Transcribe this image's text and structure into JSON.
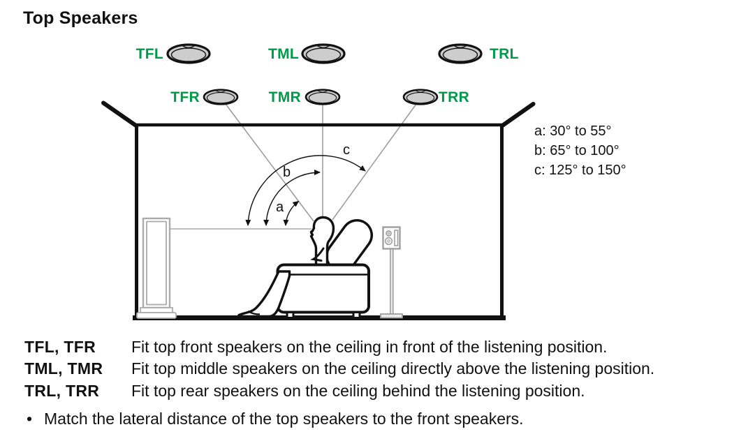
{
  "title": "Top Speakers",
  "colors": {
    "label_green": "#009b48"
  },
  "diagram": {
    "speaker_labels": {
      "tfl": "TFL",
      "tml": "TML",
      "trl": "TRL",
      "tfr": "TFR",
      "tmr": "TMR",
      "trr": "TRR"
    },
    "arc_labels": {
      "a": "a",
      "b": "b",
      "c": "c"
    },
    "angle_legend": {
      "a": "a: 30° to 55°",
      "b": "b: 65° to 100°",
      "c": "c: 125° to 150°"
    },
    "icons": {
      "ceiling_speaker": "ceiling-speaker-icon",
      "floor_speaker": "floor-standing-speaker-icon",
      "stand_speaker": "speaker-on-stand-icon",
      "listener": "listener-on-sofa-icon"
    }
  },
  "notes": {
    "rows": [
      {
        "term": "TFL, TFR",
        "desc": "Fit top front speakers on the ceiling in front of the listening position."
      },
      {
        "term": "TML, TMR",
        "desc": "Fit top middle speakers on the ceiling directly above the listening position."
      },
      {
        "term": "TRL, TRR",
        "desc": "Fit top rear speakers on the ceiling behind the listening position."
      }
    ],
    "bullet_glyph": "•",
    "bullet": "Match the lateral distance of the top speakers to the front speakers."
  }
}
